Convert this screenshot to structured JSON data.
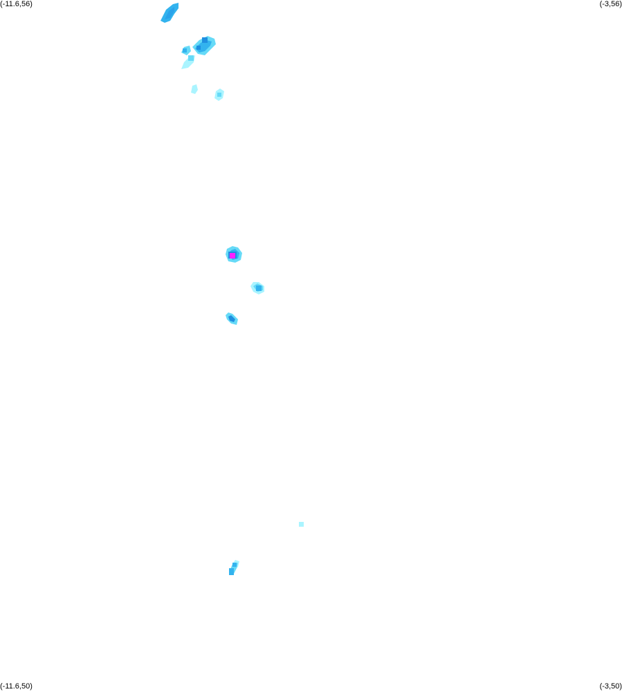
{
  "map": {
    "corners": {
      "top_left": "(-11.6,56)",
      "top_right": "(-3,56)",
      "bottom_left": "(-11.6,50)",
      "bottom_right": "(-3,50)"
    },
    "colors": {
      "background": "#ffffff",
      "level_low": "#aaf4ff",
      "level_mid_low": "#66daf7",
      "level_mid": "#33b3ee",
      "level_high": "#1f8fe0",
      "level_peak": "#ff22ff"
    }
  }
}
